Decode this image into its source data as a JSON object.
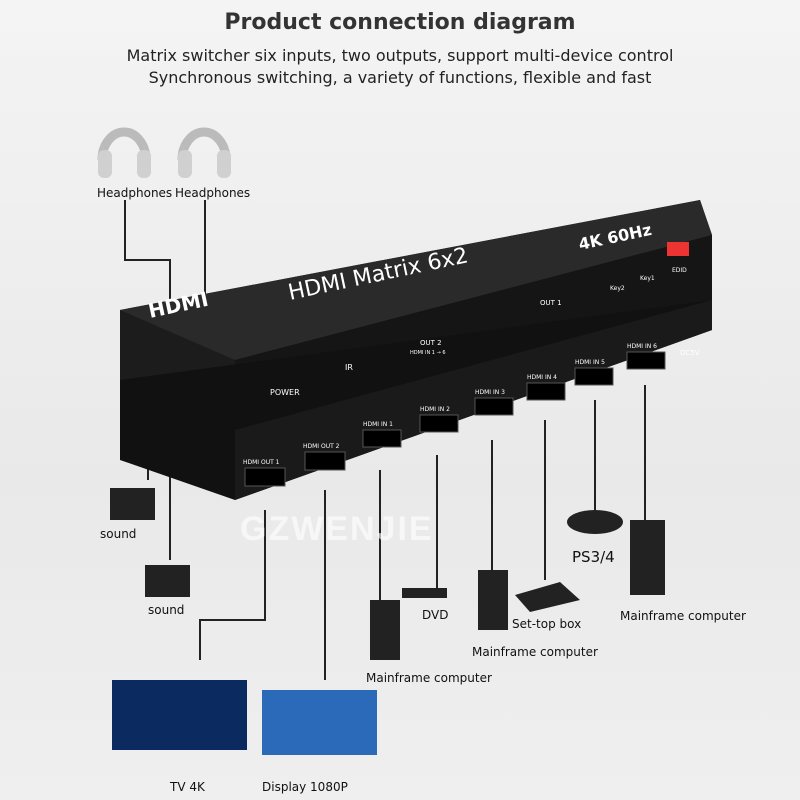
{
  "header": {
    "title": "Product connection diagram",
    "line1": "Matrix switcher six inputs, two outputs, support multi-device control",
    "line2": "Synchronous switching, a variety of functions, flexible and fast"
  },
  "device": {
    "logo": "HDMI",
    "model": "HDMI Matrix 6x2",
    "spec": "4K 60Hz",
    "key1": "Key1",
    "key2": "Key2",
    "edid": "EDID",
    "power": "POWER",
    "ir": "IR",
    "out1": "OUT 1",
    "out2": "OUT 2",
    "range": "HDMI IN 1 → 6",
    "dc": "DC5V",
    "ports": [
      "HDMI OUT 1",
      "HDMI OUT 2",
      "HDMI IN 1",
      "HDMI IN 2",
      "HDMI IN 3",
      "HDMI IN 4",
      "HDMI IN 5",
      "HDMI IN 6"
    ]
  },
  "labels": {
    "headphones1": "Headphones",
    "headphones2": "Headphones",
    "sound1": "sound",
    "sound2": "sound",
    "dvd": "DVD",
    "settop": "Set-top box",
    "ps": "PS3/4",
    "mf1": "Mainframe computer",
    "mf2": "Mainframe computer",
    "mf3": "Mainframe computer",
    "tv": "TV 4K",
    "display": "Display 1080P"
  },
  "watermark": "GZWENJIE"
}
